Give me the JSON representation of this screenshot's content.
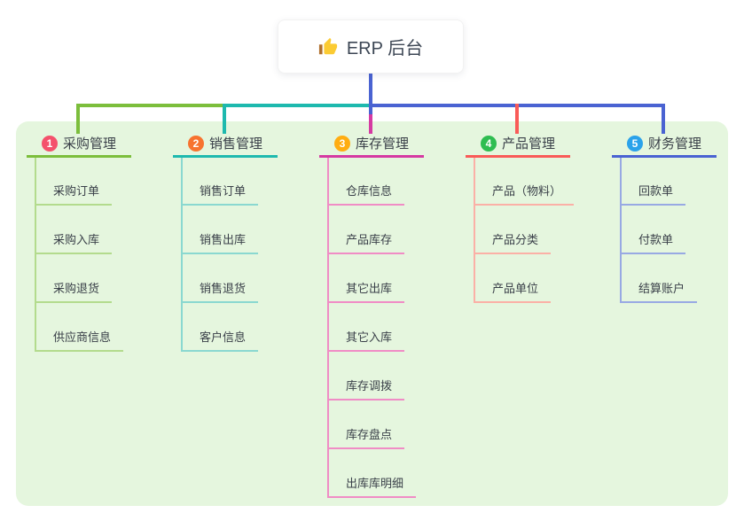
{
  "root": {
    "label": "ERP 后台",
    "icon": "thumbs-up"
  },
  "colors": {
    "canvas_bg": "#ffffff",
    "panel_bg": "#e5f6de",
    "trunk": "#4a63d2",
    "node_text": "#3a4049",
    "root_text": "#3c4654",
    "icon_yellow": "#fbcb33",
    "icon_brown": "#b06f2c"
  },
  "branches": [
    {
      "index": "1",
      "label": "采购管理",
      "badge_color": "#f4516c",
      "line_color": "#7cbe3c",
      "light_color": "#b3db8d",
      "children": [
        "采购订单",
        "采购入库",
        "采购退货",
        "供应商信息"
      ]
    },
    {
      "index": "2",
      "label": "销售管理",
      "badge_color": "#f7732f",
      "line_color": "#1eb9ae",
      "light_color": "#8ad8d0",
      "children": [
        "销售订单",
        "销售出库",
        "销售退货",
        "客户信息"
      ]
    },
    {
      "index": "3",
      "label": "库存管理",
      "badge_color": "#ffad12",
      "line_color": "#d53aa2",
      "light_color": "#f08cc5",
      "children": [
        "仓库信息",
        "产品库存",
        "其它出库",
        "其它入库",
        "库存调拨",
        "库存盘点",
        "出库库明细"
      ]
    },
    {
      "index": "4",
      "label": "产品管理",
      "badge_color": "#2fbd51",
      "line_color": "#f95b58",
      "light_color": "#fbb0a6",
      "children": [
        "产品（物料）",
        "产品分类",
        "产品单位"
      ]
    },
    {
      "index": "5",
      "label": "财务管理",
      "badge_color": "#2ba2ea",
      "line_color": "#4a63d2",
      "light_color": "#98a9e3",
      "children": [
        "回款单",
        "付款单",
        "结算账户"
      ]
    }
  ]
}
